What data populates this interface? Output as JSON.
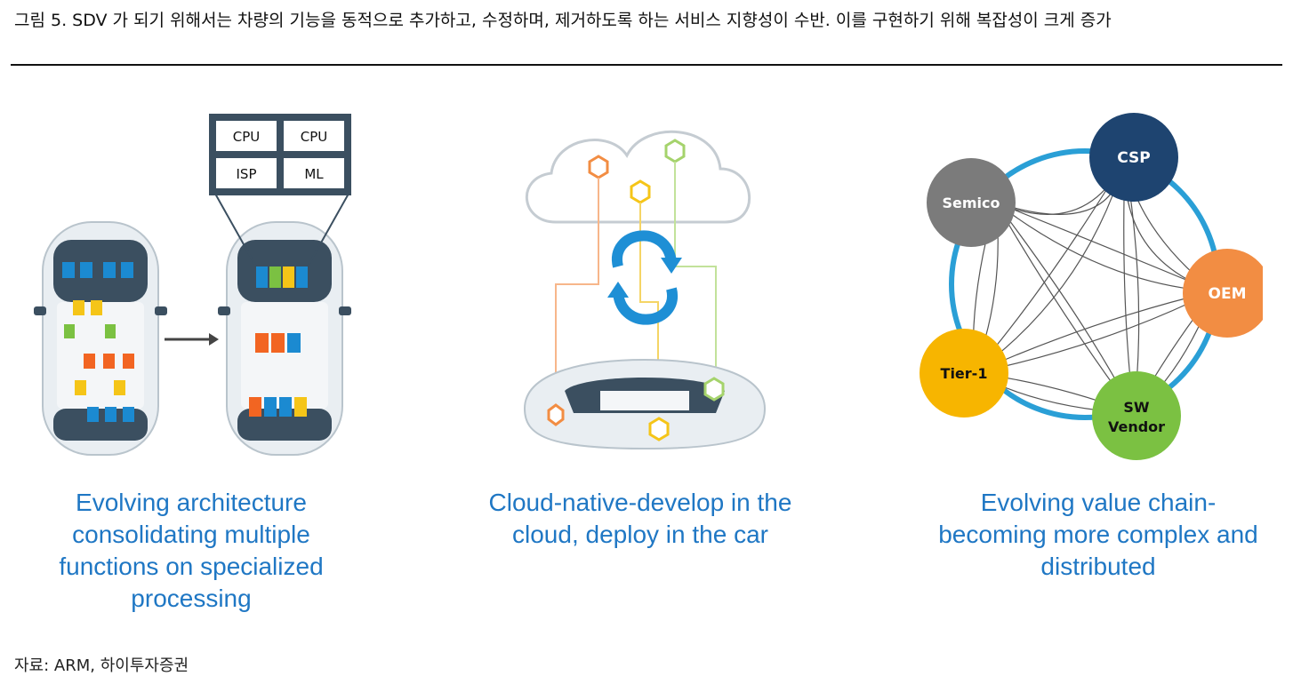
{
  "caption": "그림 5. SDV 가 되기 위해서는 차량의 기능을 동적으로 추가하고, 수정하며, 제거하도록 하는 서비스 지향성이 수반. 이를 구현하기 위해 복잡성이 크게 증가",
  "source": "자료: ARM, 하이투자증권",
  "panels": {
    "architecture": {
      "chips": [
        "CPU",
        "CPU",
        "ISP",
        "ML"
      ],
      "label": "Evolving architecture consolidating multiple functions on specialized processing"
    },
    "cloud": {
      "label": "Cloud-native-develop in the cloud, deploy in the car"
    },
    "value_chain": {
      "nodes": [
        "CSP",
        "Semico",
        "OEM",
        "Tier-1",
        "SW Vendor"
      ],
      "label": "Evolving value chain- becoming more complex and distributed"
    }
  },
  "colors": {
    "accent_blue": "#1f77c4",
    "csp": "#1e4470",
    "semico": "#7b7b7b",
    "oem": "#f28d43",
    "tier1": "#f7b500",
    "sw_vendor": "#7bc142",
    "ring": "#2a9fd6"
  }
}
